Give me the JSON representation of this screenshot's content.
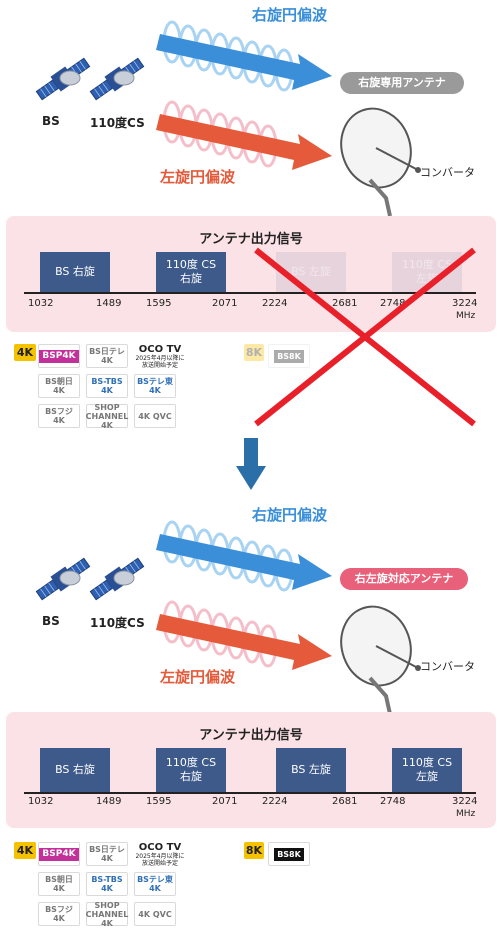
{
  "top": {
    "satellites": [
      {
        "label": "BS"
      },
      {
        "label": "110度CS"
      }
    ],
    "right_wave_label": "右旋円偏波",
    "left_wave_label": "左旋円偏波",
    "antenna_label": "右旋専用アンテナ",
    "converter_label": "コンバータ",
    "panel_title": "アンテナ出力信号",
    "bands": [
      {
        "line1": "BS 右旋",
        "line2": ""
      },
      {
        "line1": "110度 CS",
        "line2": "右旋"
      },
      {
        "line1": "BS 左旋",
        "line2": ""
      },
      {
        "line1": "110度 CS",
        "line2": "左旋"
      }
    ],
    "ticks": [
      "1032",
      "1489",
      "1595",
      "2071",
      "2224",
      "2681",
      "2748",
      "3224"
    ],
    "unit": "MHz",
    "badge_4k": "4K",
    "badge_8k": "8K"
  },
  "bottom": {
    "satellites": [
      {
        "label": "BS"
      },
      {
        "label": "110度CS"
      }
    ],
    "right_wave_label": "右旋円偏波",
    "left_wave_label": "左旋円偏波",
    "antenna_label": "右左旋対応アンテナ",
    "converter_label": "コンバータ",
    "panel_title": "アンテナ出力信号",
    "bands": [
      {
        "line1": "BS 右旋",
        "line2": ""
      },
      {
        "line1": "110度 CS",
        "line2": "右旋"
      },
      {
        "line1": "BS 左旋",
        "line2": ""
      },
      {
        "line1": "110度 CS",
        "line2": "左旋"
      }
    ],
    "ticks": [
      "1032",
      "1489",
      "1595",
      "2071",
      "2224",
      "2681",
      "2748",
      "3224"
    ],
    "unit": "MHz",
    "badge_4k": "4K",
    "badge_8k": "8K"
  },
  "channel_logos": {
    "bsp4k": "BSP4K",
    "ntv": "BS日テレ 4K",
    "oco_title": "OCO TV",
    "oco_note": "2025年4月以降に放送開始予定",
    "asahi": "BS朝日 4K",
    "tbs": "BS-TBS 4K",
    "tvtokyo": "BSテレ東 4K",
    "fuji": "BSフジ 4K",
    "shop": "SHOP CHANNEL 4K",
    "qvc": "4K QVC",
    "bs8k": "BS8K"
  },
  "colors": {
    "right_wave": "#3a8fd8",
    "left_wave": "#e45a3a",
    "band": "#3d5a8a",
    "panel": "#fbe2e6",
    "cross": "#e8202a",
    "down_arrow": "#2a6fa8"
  }
}
